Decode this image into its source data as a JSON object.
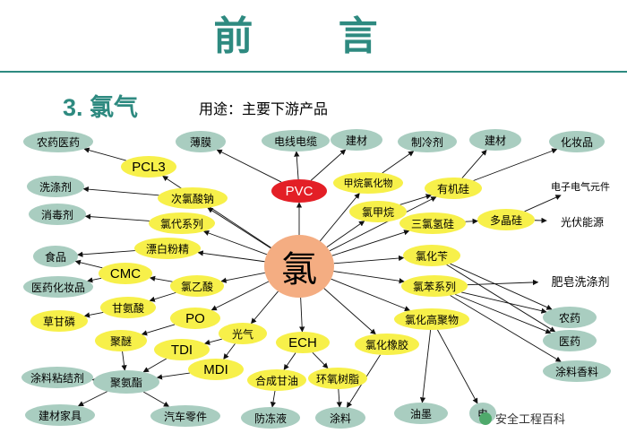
{
  "header": {
    "title": "前 言",
    "section": "3. 氯气",
    "subtitle": "用途：主要下游产品"
  },
  "watermark": {
    "text": "安全工程百科"
  },
  "colors": {
    "teal": "#2e8a80",
    "green_node": "#a9cdc0",
    "yellow_node": "#f7f04a",
    "red_node": "#e31f26",
    "center_node": "#f4ad82"
  },
  "nodes": {
    "chlorine": "氯",
    "pcl3": "PCL3",
    "pvc": "PVC",
    "film": "薄膜",
    "cable": "电线电缆",
    "bm1": "建材",
    "refrig": "制冷剂",
    "bm2": "建材",
    "cosmetic": "化妆品",
    "pesticide_med": "农药医药",
    "detergent": "洗涤剂",
    "disinfect": "消毒剂",
    "food": "食品",
    "med_cos": "医药化妆品",
    "glyphos": "草甘磷",
    "coating_adh": "涂料粘结剂",
    "bm_furn": "建材家具",
    "auto": "汽车零件",
    "antifreeze": "防冻液",
    "coating": "涂料",
    "ink": "油墨",
    "elec": "电",
    "pesticide": "农药",
    "medicine": "医药",
    "coat_fragr": "涂料香料",
    "soap": "肥皂洗涤剂",
    "electronic": "电子电气元件",
    "pv": "光伏能源",
    "hypo": "次氯酸钠",
    "chloroalk": "氯代系列",
    "bleach": "漂白粉精",
    "cmc": "CMC",
    "chloroacetic": "氯乙酸",
    "glycine": "甘氨酸",
    "po": "PO",
    "polyether": "聚醚",
    "tdi": "TDI",
    "phosgene": "光气",
    "mdi": "MDI",
    "polyurethane": "聚氨酯",
    "glycerin": "合成甘油",
    "ech": "ECH",
    "epoxy": "环氧树脂",
    "chlororubber": "氯化橡胶",
    "chloropolymer": "氯化高聚物",
    "benzene": "氯苯系列",
    "benzyl": "氯化苄",
    "trichlorosilane": "三氯氢硅",
    "polysilicon": "多晶硅",
    "organosilicon": "有机硅",
    "chloromethane": "氯甲烷",
    "methane_cl": "甲烷氯化物"
  }
}
